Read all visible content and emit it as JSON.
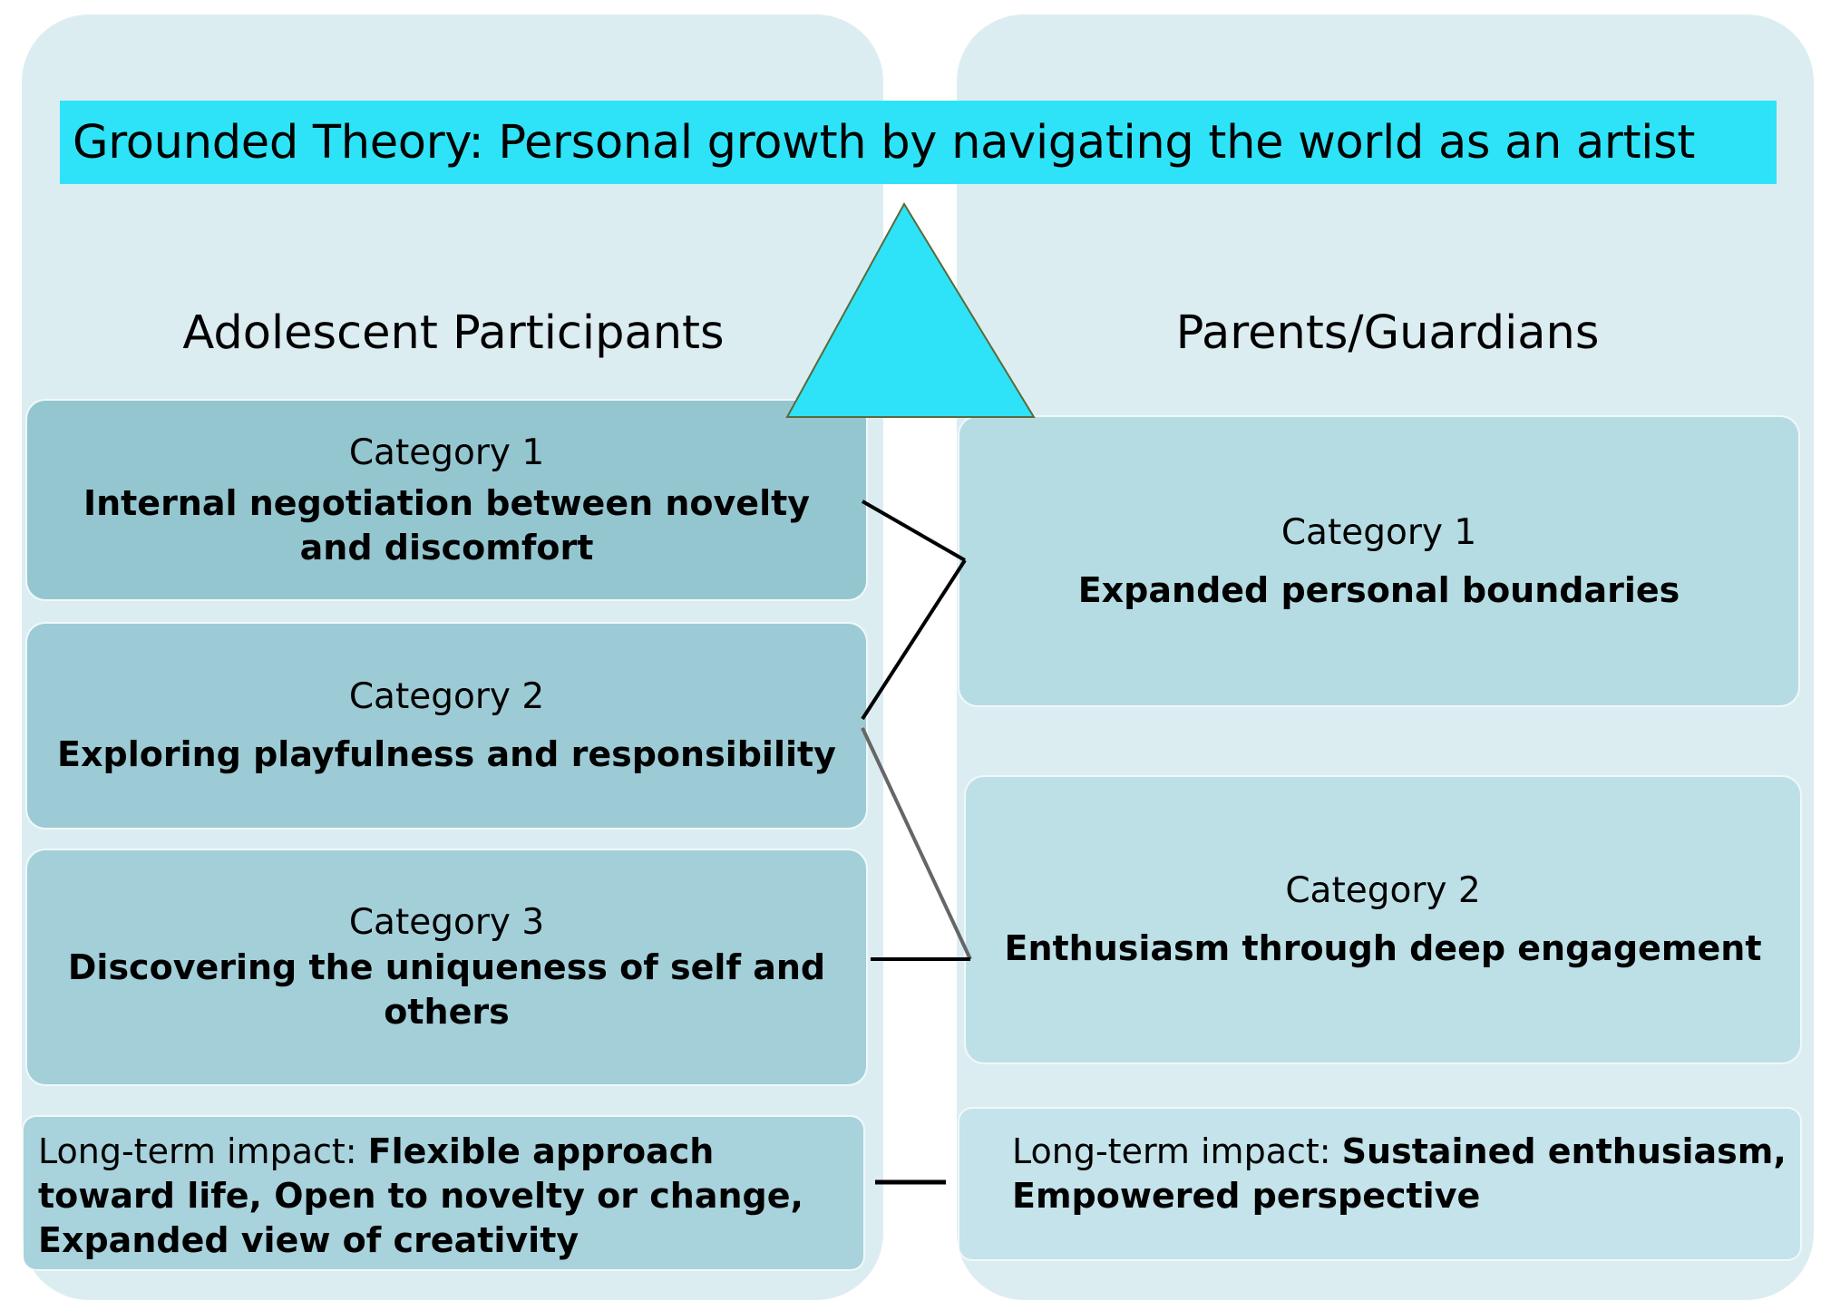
{
  "title": "Grounded Theory: Personal growth by navigating the world as an artist",
  "left_column": {
    "heading": "Adolescent Participants",
    "categories": [
      {
        "label": "Category 1",
        "description": "Internal negotiation between novelty and discomfort"
      },
      {
        "label": "Category 2",
        "description": "Exploring playfulness and responsibility"
      },
      {
        "label": "Category 3",
        "description": "Discovering the uniqueness of self and others"
      }
    ],
    "impact": {
      "prefix": "Long-term impact: ",
      "text": "Flexible approach toward life, Open to novelty or change, Expanded view of creativity"
    }
  },
  "right_column": {
    "heading": "Parents/Guardians",
    "categories": [
      {
        "label": "Category 1",
        "description": "Expanded personal boundaries"
      },
      {
        "label": "Category 2",
        "description": "Enthusiasm through deep engagement"
      }
    ],
    "impact": {
      "prefix": "Long-term impact: ",
      "text": "Sustained enthusiasm, Empowered perspective"
    }
  },
  "colors": {
    "banner": "#2ee3f7",
    "triangle": "#2ee3f7",
    "panel": "#dcedf2",
    "connector": "#000000",
    "connector_gray": "#666666"
  }
}
